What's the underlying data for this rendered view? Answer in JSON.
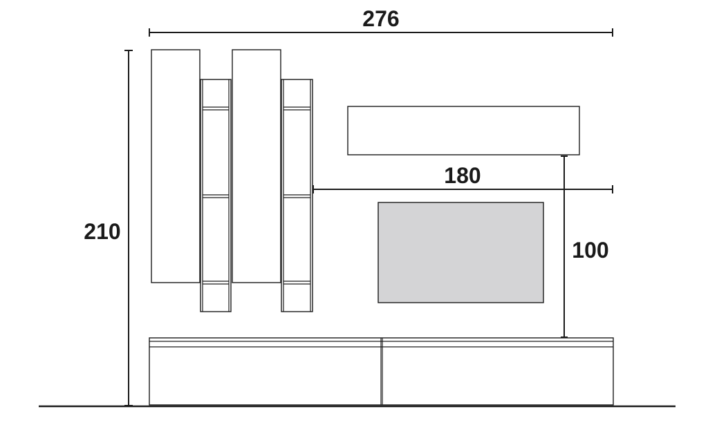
{
  "dimensions": {
    "total_width": "276",
    "total_height": "210",
    "shelf_span": "180",
    "tv_height": "100"
  },
  "colors": {
    "line": "#1a1a1a",
    "tv_screen": "#d4d4d6",
    "background": "#ffffff"
  }
}
